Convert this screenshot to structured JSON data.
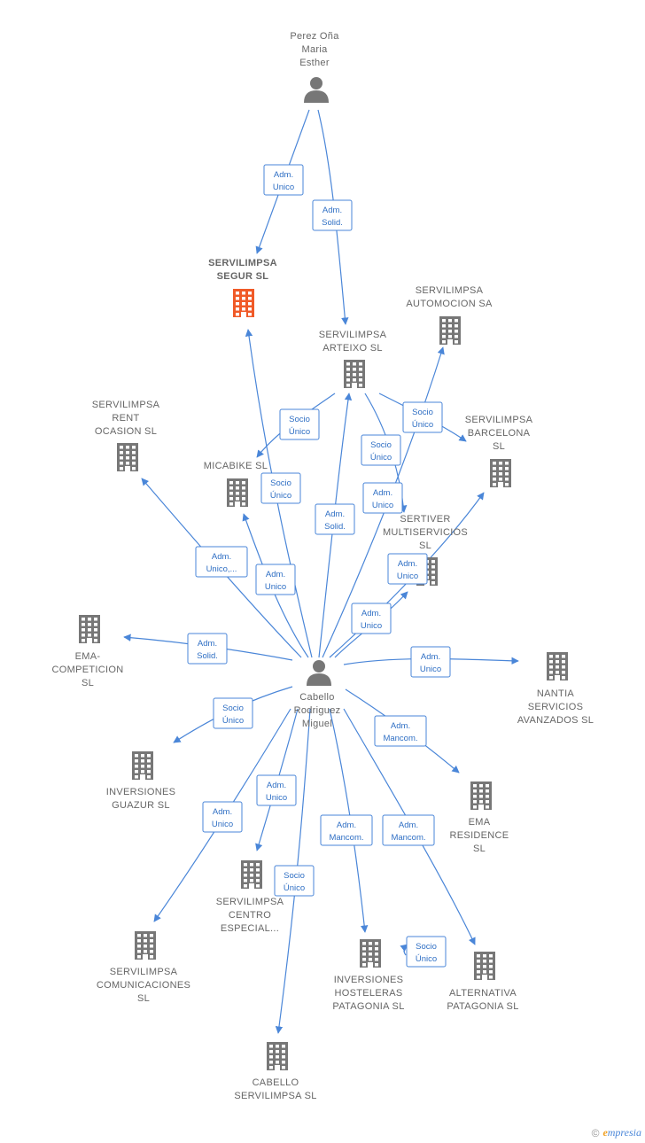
{
  "colors": {
    "edge": "#4a86d8",
    "building": "#777777",
    "building_main": "#f05a28",
    "person": "#777777"
  },
  "nodes": [
    {
      "id": "perez",
      "type": "person",
      "label": [
        "Perez Oña",
        "Maria",
        "Esther"
      ]
    },
    {
      "id": "cabello",
      "type": "person",
      "label": [
        "Cabello",
        "Rodriguez",
        "Miguel"
      ]
    },
    {
      "id": "segur",
      "type": "company",
      "main": true,
      "label": [
        "SERVILIMPSA",
        "SEGUR  SL"
      ]
    },
    {
      "id": "arteixo",
      "type": "company",
      "label": [
        "SERVILIMPSA",
        "ARTEIXO  SL"
      ]
    },
    {
      "id": "automocion",
      "type": "company",
      "label": [
        "SERVILIMPSA",
        "AUTOMOCION SA"
      ]
    },
    {
      "id": "barcelona",
      "type": "company",
      "label": [
        "SERVILIMPSA",
        "BARCELONA",
        "SL"
      ]
    },
    {
      "id": "rent",
      "type": "company",
      "label": [
        "SERVILIMPSA",
        "RENT",
        "OCASION  SL"
      ]
    },
    {
      "id": "micabike",
      "type": "company",
      "label": [
        "MICABIKE SL"
      ]
    },
    {
      "id": "sertiver",
      "type": "company",
      "label": [
        "SERTIVER",
        "MULTISERVICIOS",
        "SL"
      ]
    },
    {
      "id": "emacomp",
      "type": "company",
      "label": [
        "EMA-",
        "COMPETICION",
        "SL"
      ]
    },
    {
      "id": "nantia",
      "type": "company",
      "label": [
        "NANTIA",
        "SERVICIOS",
        "AVANZADOS SL"
      ]
    },
    {
      "id": "guazur",
      "type": "company",
      "label": [
        "INVERSIONES",
        "GUAZUR  SL"
      ]
    },
    {
      "id": "emares",
      "type": "company",
      "label": [
        "EMA",
        "RESIDENCE",
        "SL"
      ]
    },
    {
      "id": "centro",
      "type": "company",
      "label": [
        "SERVILIMPSA",
        "CENTRO",
        "ESPECIAL..."
      ]
    },
    {
      "id": "comunic",
      "type": "company",
      "label": [
        "SERVILIMPSA",
        "COMUNICACIONES",
        "SL"
      ]
    },
    {
      "id": "hostel",
      "type": "company",
      "label": [
        "INVERSIONES",
        "HOSTELERAS",
        "PATAGONIA  SL"
      ]
    },
    {
      "id": "altern",
      "type": "company",
      "label": [
        "ALTERNATIVA",
        "PATAGONIA  SL"
      ]
    },
    {
      "id": "cabserv",
      "type": "company",
      "label": [
        "CABELLO",
        "SERVILIMPSA SL"
      ]
    }
  ],
  "edges": [
    {
      "from": "perez",
      "to": "segur",
      "label": [
        "Adm.",
        "Unico"
      ]
    },
    {
      "from": "perez",
      "to": "arteixo",
      "label": [
        "Adm.",
        "Solid."
      ]
    },
    {
      "from": "arteixo",
      "to": "micabike",
      "label": [
        "Socio",
        "Único"
      ]
    },
    {
      "from": "arteixo",
      "to": "sertiver",
      "label": [
        "Socio",
        "Único"
      ]
    },
    {
      "from": "arteixo",
      "to": "barcelona",
      "label": [
        "Socio",
        "Único"
      ]
    },
    {
      "from": "cabello",
      "to": "segur",
      "label": [
        "Socio",
        "Único"
      ]
    },
    {
      "from": "cabello",
      "to": "arteixo",
      "label": [
        "Adm.",
        "Solid."
      ]
    },
    {
      "from": "cabello",
      "to": "automocion",
      "label": [
        "Adm.",
        "Unico"
      ]
    },
    {
      "from": "cabello",
      "to": "barcelona",
      "label": [
        "Adm.",
        "Unico"
      ]
    },
    {
      "from": "cabello",
      "to": "rent",
      "label": [
        "Adm.",
        "Unico,..."
      ]
    },
    {
      "from": "cabello",
      "to": "micabike",
      "label": [
        "Adm.",
        "Unico"
      ]
    },
    {
      "from": "cabello",
      "to": "sertiver",
      "label": [
        "Adm.",
        "Unico"
      ]
    },
    {
      "from": "cabello",
      "to": "emacomp",
      "label": [
        "Adm.",
        "Solid."
      ]
    },
    {
      "from": "cabello",
      "to": "nantia",
      "label": [
        "Adm.",
        "Unico"
      ]
    },
    {
      "from": "cabello",
      "to": "guazur",
      "label": [
        "Socio",
        "Único"
      ]
    },
    {
      "from": "cabello",
      "to": "emares",
      "label": [
        "Adm.",
        "Mancom."
      ]
    },
    {
      "from": "cabello",
      "to": "centro",
      "label": [
        "Adm.",
        "Unico"
      ]
    },
    {
      "from": "cabello",
      "to": "comunic",
      "label": [
        "Adm.",
        "Unico"
      ]
    },
    {
      "from": "cabello",
      "to": "hostel",
      "label": [
        "Adm.",
        "Mancom."
      ]
    },
    {
      "from": "cabello",
      "to": "altern",
      "label": [
        "Adm.",
        "Mancom."
      ]
    },
    {
      "from": "cabello",
      "to": "cabserv",
      "label": [
        "Socio",
        "Único"
      ]
    },
    {
      "from": "hostel",
      "to": "altern",
      "label": [
        "Socio",
        "Único"
      ]
    }
  ],
  "footer": {
    "copyright": "©",
    "brand_first": "e",
    "brand_rest": "mpresia"
  }
}
